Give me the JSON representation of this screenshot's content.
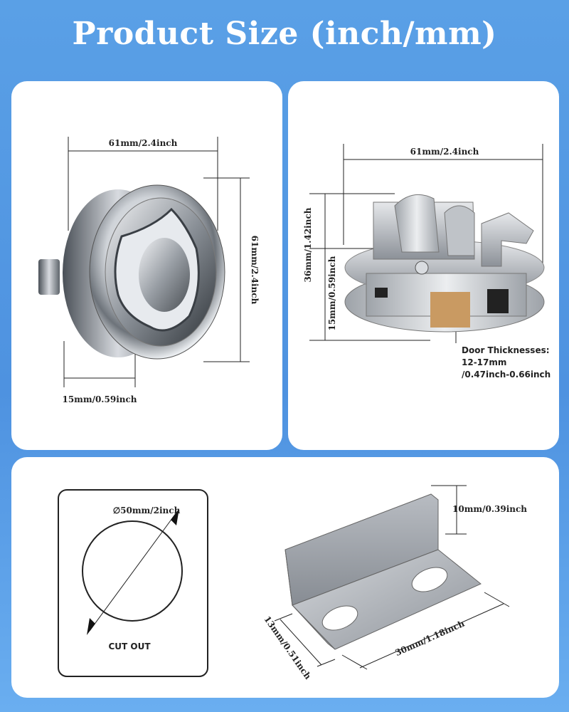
{
  "title": "Product Size (inch/mm)",
  "panel_front": {
    "width_label": "61mm/2.4inch",
    "height_label": "61mm/2.4inch",
    "depth_label": "15mm/0.59inch"
  },
  "panel_side": {
    "width_label": "61mm/2.4inch",
    "total_height_label": "36mm/1.42inch",
    "base_height_label": "15mm/0.59inch",
    "door_thickness_title": "Door Thicknesses:",
    "door_thickness_mm": "12-17mm",
    "door_thickness_inch": "/0.47inch-0.66inch"
  },
  "panel_cutout": {
    "diameter_label": "∅50mm/2inch",
    "cutout_label": "CUT OUT"
  },
  "panel_bracket": {
    "height_label": "10mm/0.39inch",
    "depth_label": "13mm/0.51inch",
    "length_label": "30mm/1.18inch"
  },
  "colors": {
    "background": "#4e92e0",
    "panel": "#ffffff",
    "wood": "#c99a62",
    "metal": "#b8bcc2"
  }
}
